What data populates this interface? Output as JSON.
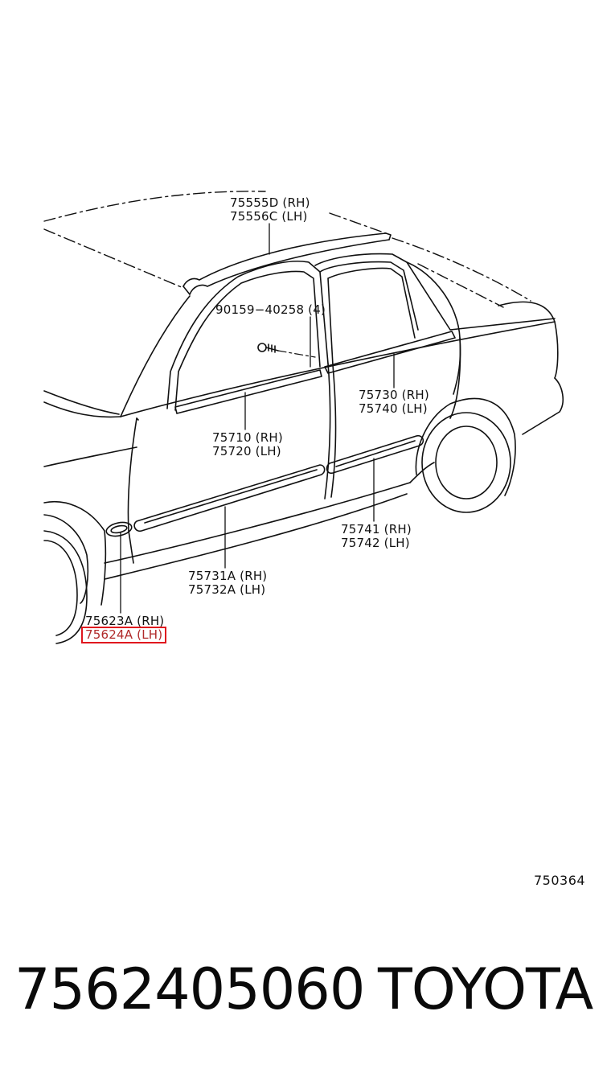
{
  "diagram": {
    "callouts": [
      {
        "id": "roof-drip",
        "lines": [
          "75555D (RH)",
          "75556C (LH)"
        ]
      },
      {
        "id": "clip",
        "lines": [
          "90159−40258 (4)"
        ]
      },
      {
        "id": "rear-window-belt",
        "lines": [
          "75730 (RH)",
          "75740 (LH)"
        ]
      },
      {
        "id": "front-window-belt",
        "lines": [
          "75710 (RH)",
          "75720 (LH)"
        ]
      },
      {
        "id": "rear-door-side",
        "lines": [
          "75741 (RH)",
          "75742 (LH)"
        ]
      },
      {
        "id": "front-door-side",
        "lines": [
          "75731A (RH)",
          "75732A (LH)"
        ]
      },
      {
        "id": "fender-emblem",
        "lines": [
          "75623A (RH)",
          "75624A (LH)"
        ],
        "highlighted_line": 1
      }
    ],
    "reference_code": "750364",
    "highlight_color": "#e0161e",
    "line_color": "#111111"
  },
  "footer": {
    "part_number": "7562405060",
    "brand": "TOYOTA"
  }
}
